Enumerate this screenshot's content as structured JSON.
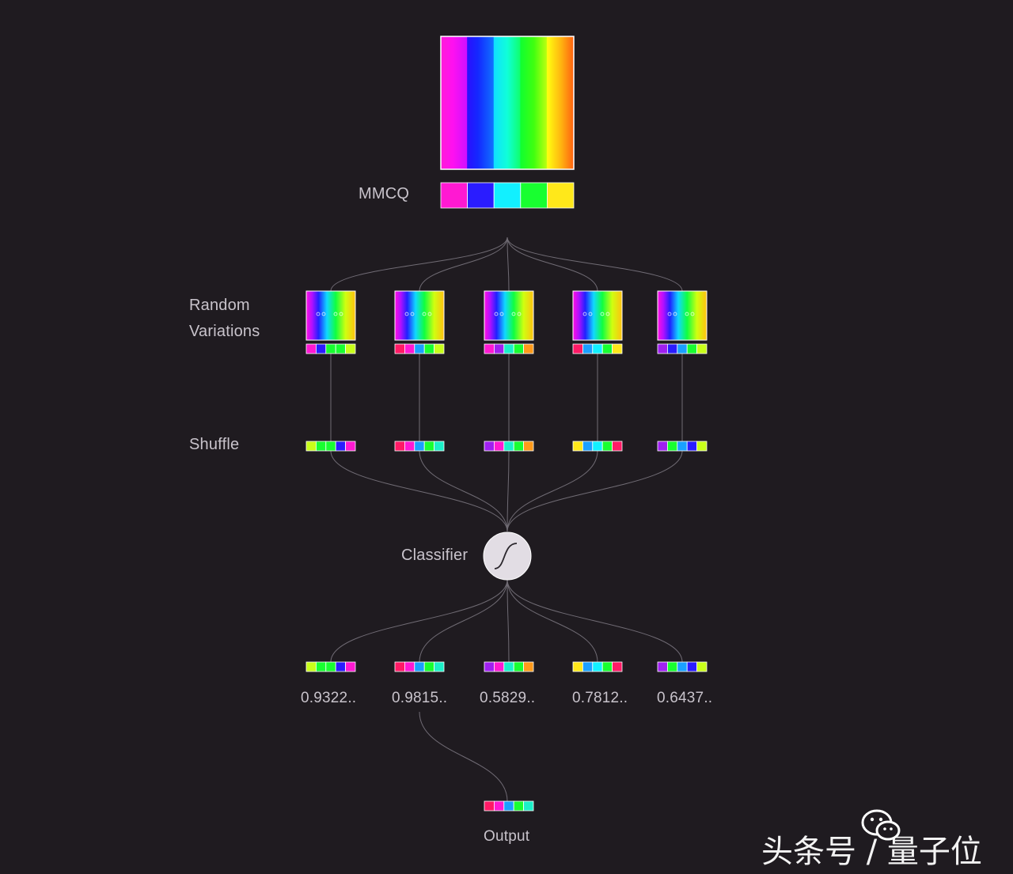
{
  "palette": {
    "magenta": "#ff19d2",
    "blue": "#2a1cff",
    "cyan": "#12f0ff",
    "green": "#18ff30",
    "yellow": "#ffe81a",
    "violet": "#a020f0",
    "crimson": "#ff1a66",
    "sky": "#1aa0ff",
    "aqua": "#1af0c8",
    "lime": "#c8ff1a",
    "orange": "#ff9a1a"
  },
  "stages": {
    "mmcq_label": "MMCQ",
    "random_label_line1": "Random",
    "random_label_line2": "Variations",
    "shuffle_label": "Shuffle",
    "classifier_label": "Classifier",
    "output_label": "Output"
  },
  "mmcq_palette": [
    "#ff19d2",
    "#2a1cff",
    "#12f0ff",
    "#18ff30",
    "#ffe81a"
  ],
  "variations": [
    {
      "palette": [
        "#ff19d2",
        "#2a1cff",
        "#18ff30",
        "#18ff30",
        "#c8ff1a"
      ]
    },
    {
      "palette": [
        "#ff1a66",
        "#ff19d2",
        "#1aa0ff",
        "#18ff30",
        "#c8ff1a"
      ]
    },
    {
      "palette": [
        "#ff19d2",
        "#a020f0",
        "#1af0c8",
        "#18ff30",
        "#ff9a1a"
      ]
    },
    {
      "palette": [
        "#ff1a66",
        "#1aa0ff",
        "#12f0ff",
        "#18ff30",
        "#ffe81a"
      ]
    },
    {
      "palette": [
        "#a020f0",
        "#2a1cff",
        "#1aa0ff",
        "#18ff30",
        "#c8ff1a"
      ]
    }
  ],
  "shuffled": [
    {
      "palette": [
        "#c8ff1a",
        "#18ff30",
        "#18ff30",
        "#2a1cff",
        "#ff19d2"
      ]
    },
    {
      "palette": [
        "#ff1a66",
        "#ff19d2",
        "#1aa0ff",
        "#18ff30",
        "#1af0c8"
      ]
    },
    {
      "palette": [
        "#a020f0",
        "#ff19d2",
        "#1af0c8",
        "#18ff30",
        "#ff9a1a"
      ]
    },
    {
      "palette": [
        "#ffe81a",
        "#1aa0ff",
        "#12f0ff",
        "#18ff30",
        "#ff1a66"
      ]
    },
    {
      "palette": [
        "#a020f0",
        "#18ff30",
        "#1aa0ff",
        "#2a1cff",
        "#c8ff1a"
      ]
    }
  ],
  "scores": [
    "0.9322..",
    "0.9815..",
    "0.5829..",
    "0.7812..",
    "0.6437.."
  ],
  "output_palette": [
    "#ff1a66",
    "#ff19d2",
    "#1aa0ff",
    "#18ff30",
    "#1af0c8"
  ],
  "watermark": "头条号 / 量子位"
}
